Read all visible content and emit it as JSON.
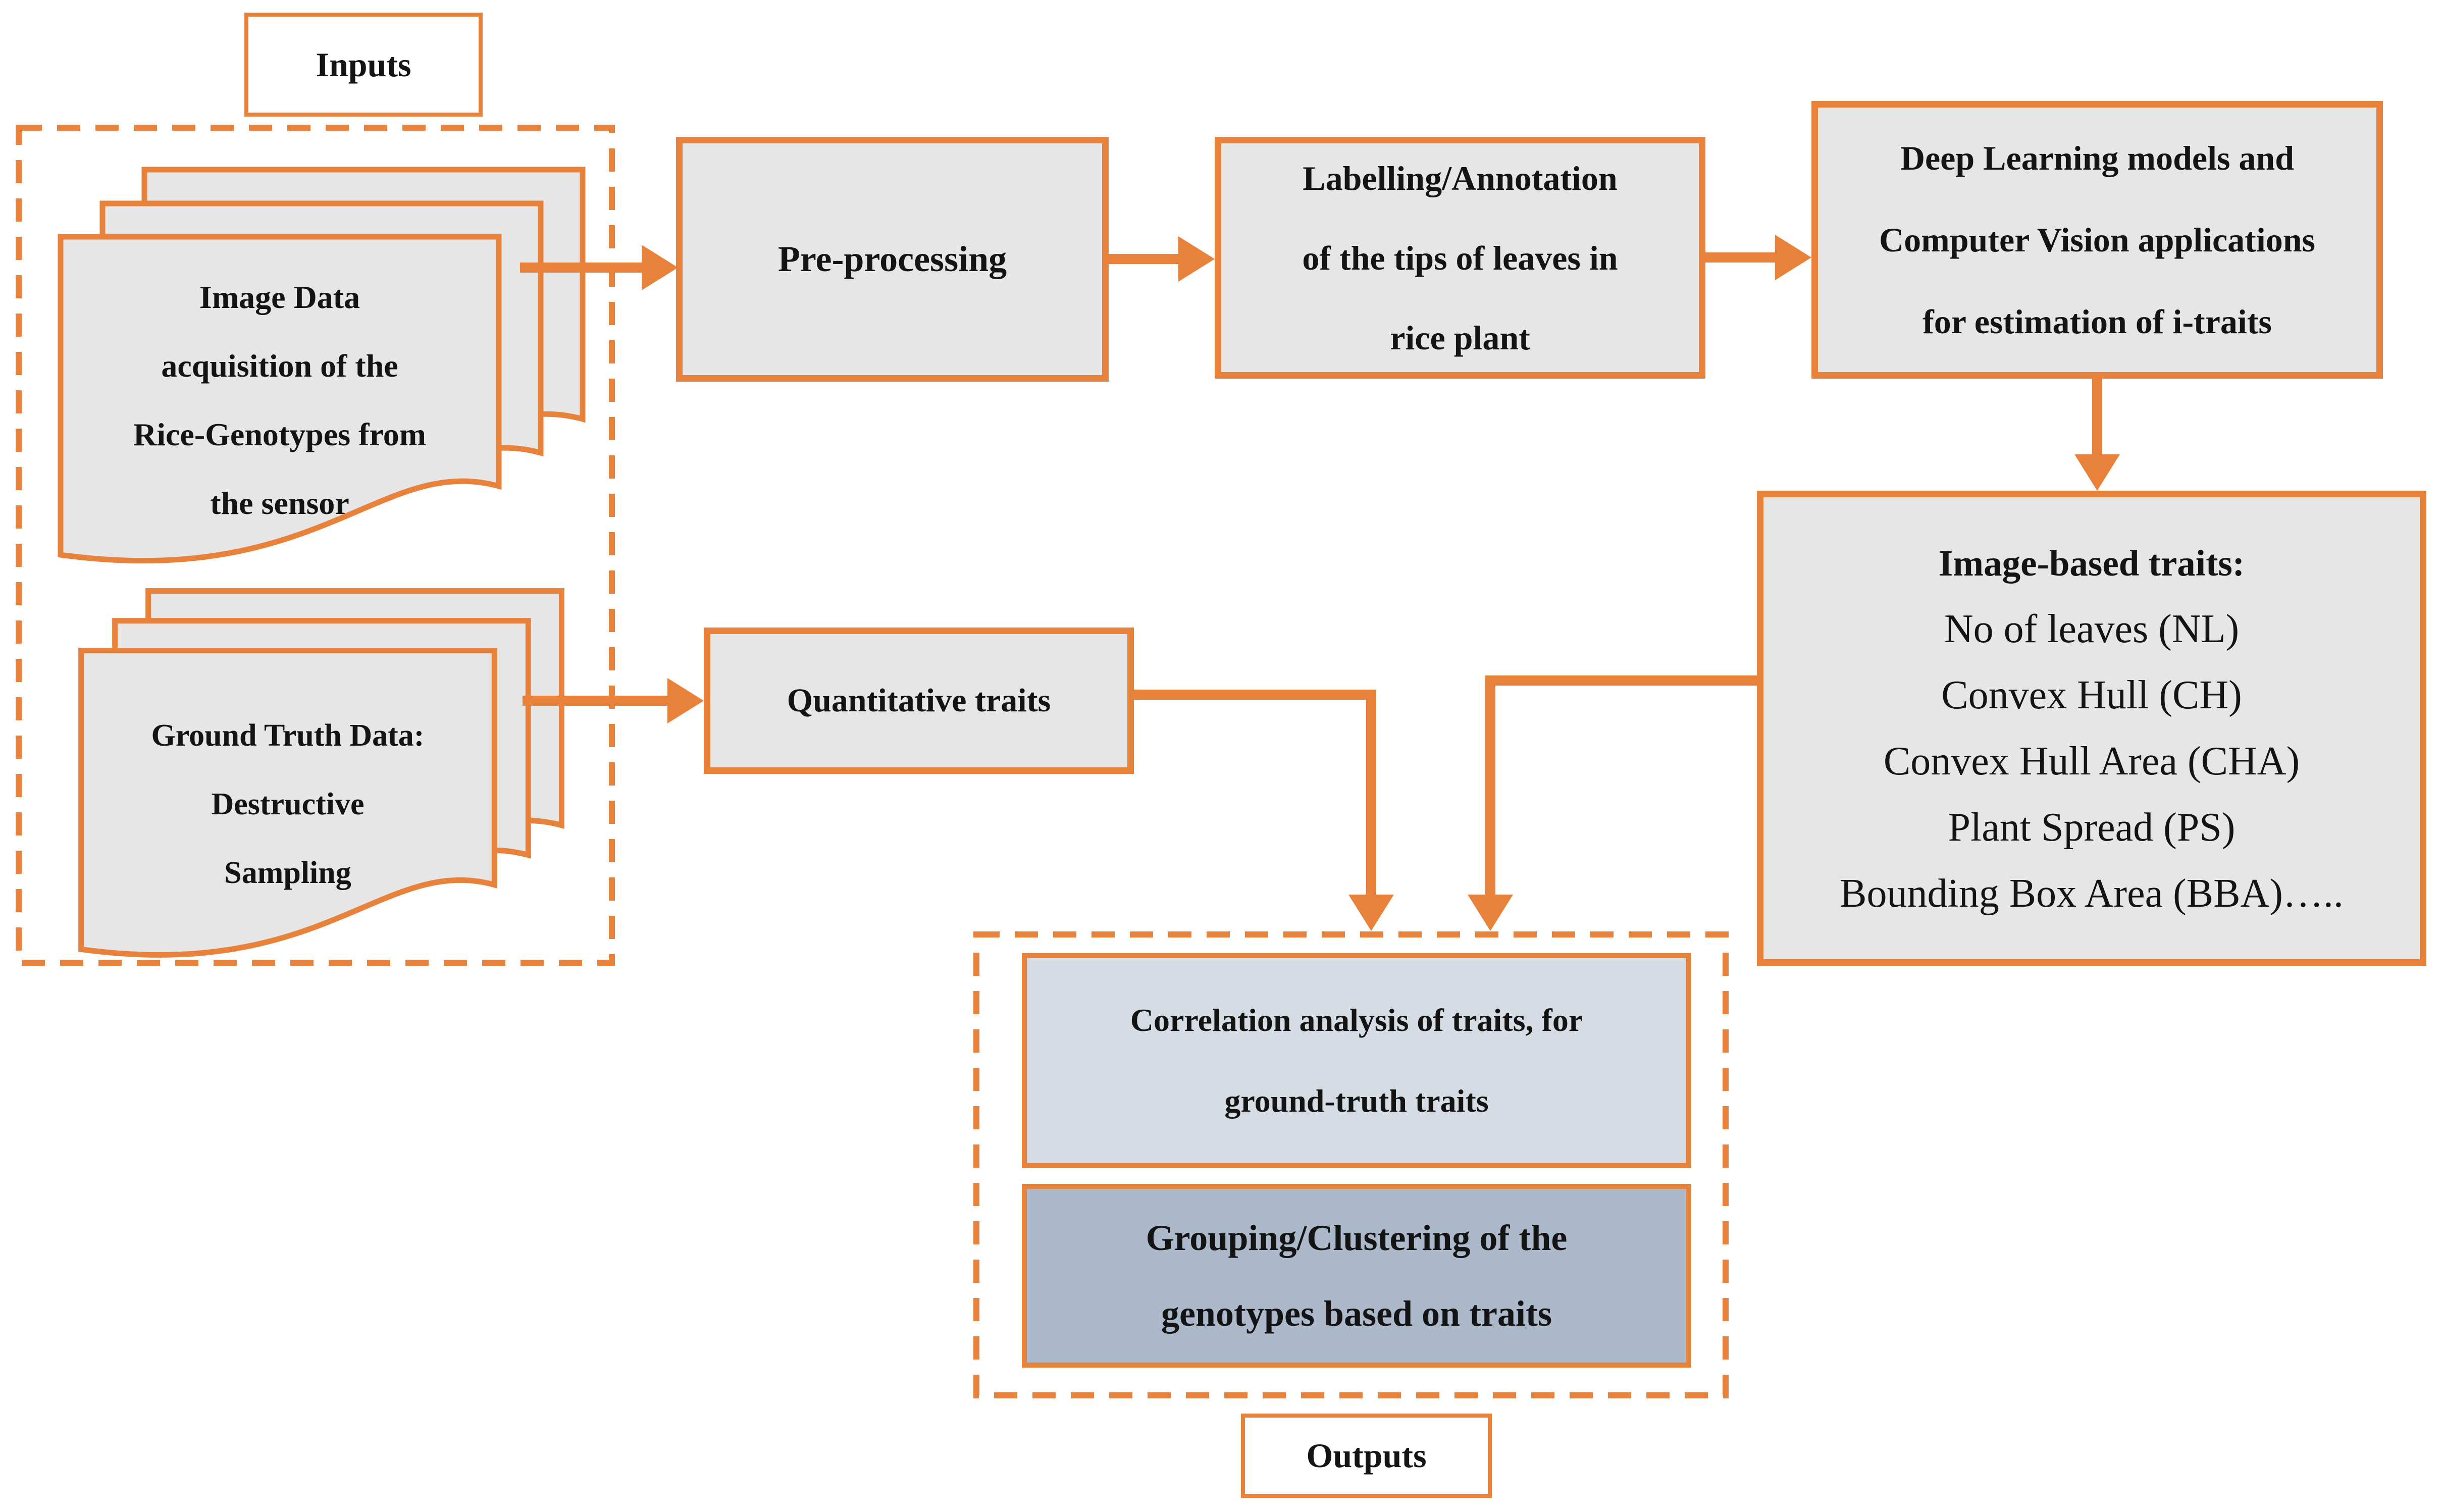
{
  "palette": {
    "orange": "#E8813A",
    "box_fill": "#E7E6E6",
    "correlation_fill": "#D6DCE4",
    "grouping_fill": "#ACB9CA",
    "text": "#141414",
    "white": "#FFFFFF"
  },
  "labels": {
    "inputs": "Inputs",
    "outputs": "Outputs"
  },
  "nodes": {
    "image_data": {
      "text": "Image Data\nacquisition of the\nRice-Genotypes from\nthe sensor"
    },
    "ground_truth": {
      "text": "Ground Truth Data:\nDestructive\nSampling"
    },
    "pre_processing": {
      "text": "Pre-processing"
    },
    "labelling": {
      "text": "Labelling/Annotation\nof the tips of leaves in\nrice plant"
    },
    "deep_learning": {
      "text": "Deep Learning models and\nComputer Vision applications\nfor estimation of i-traits"
    },
    "image_traits": {
      "title": "Image-based traits:",
      "items": "No of leaves (NL)\nConvex Hull (CH)\nConvex Hull Area (CHA)\nPlant Spread (PS)\nBounding Box Area (BBA)….."
    },
    "quantitative": {
      "text": "Quantitative traits"
    },
    "correlation": {
      "text": "Correlation analysis of traits, for\nground-truth traits"
    },
    "grouping": {
      "text": "Grouping/Clustering of the\ngenotypes based on traits"
    }
  }
}
